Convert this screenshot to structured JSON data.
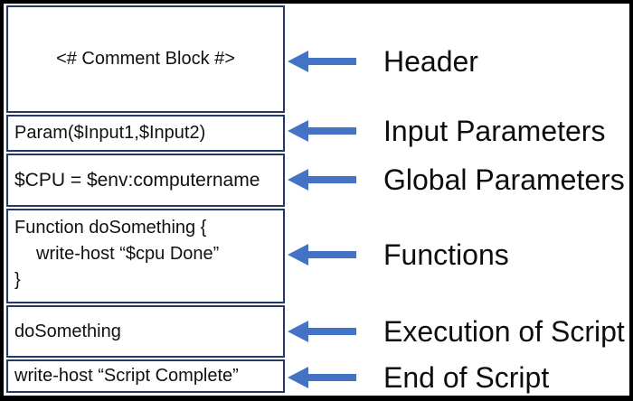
{
  "diagram": {
    "colors": {
      "arrow": "#4472C4",
      "box_border": "#243A63",
      "outer_border": "#000000",
      "background": "#FFFFFF",
      "text": "#111111"
    },
    "rows": [
      {
        "label": "Header",
        "code_lines": [
          "<# Comment Block #>"
        ]
      },
      {
        "label": "Input Parameters",
        "code_lines": [
          "Param($Input1,$Input2)"
        ]
      },
      {
        "label": "Global Parameters",
        "code_lines": [
          "$CPU = $env:computername"
        ]
      },
      {
        "label": "Functions",
        "code_lines": [
          "Function doSomething {",
          "write-host “$cpu Done”",
          "}"
        ]
      },
      {
        "label": "Execution of Script",
        "code_lines": [
          "doSomething"
        ]
      },
      {
        "label": "End of Script",
        "code_lines": [
          "write-host “Script Complete”"
        ]
      }
    ]
  }
}
